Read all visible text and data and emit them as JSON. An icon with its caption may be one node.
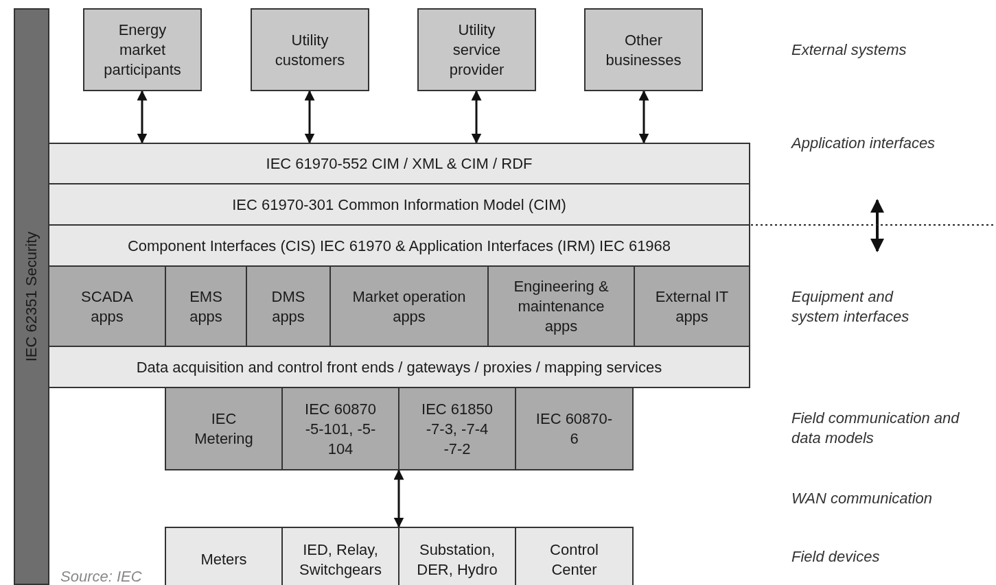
{
  "diagram": {
    "nodes": [
      {
        "text": [
          "IEC 62351 Security"
        ]
      },
      {
        "text": [
          "Energy market participants"
        ]
      },
      {
        "text": [
          "Utility customers"
        ]
      },
      {
        "text": [
          "Utility service provider"
        ]
      },
      {
        "text": [
          "Other businesses"
        ]
      },
      {
        "text": [
          "IEC 61970-552 CIM / XML & CIM / RDF"
        ]
      },
      {
        "text": [
          "IEC 61970-301 Common Information Model (CIM)"
        ]
      },
      {
        "text": [
          "Component Interfaces (CIS) IEC 61970 & Application Interfaces (IRM) IEC 61968"
        ]
      },
      {
        "text": [
          "SCADA apps"
        ]
      },
      {
        "text": [
          "EMS apps"
        ]
      },
      {
        "text": [
          "DMS apps"
        ]
      },
      {
        "text": [
          "Market operation apps"
        ]
      },
      {
        "text": [
          "Engineering & maintenance apps"
        ]
      },
      {
        "text": [
          "External IT apps"
        ]
      },
      {
        "text": [
          "Data acquisition and control front ends / gateways / proxies / mapping services"
        ]
      },
      {
        "text": [
          "IEC Metering"
        ]
      },
      {
        "text": [
          "IEC 60870 -5-101, -5-104"
        ]
      },
      {
        "text": [
          "IEC 61850 -7-3, -7-4 -7-2"
        ]
      },
      {
        "text": [
          "IEC 60870-6"
        ]
      },
      {
        "text": [
          "Meters"
        ]
      },
      {
        "text": [
          "IED, Relay, Switchgears"
        ]
      },
      {
        "text": [
          "Substation, DER, Hydro"
        ]
      },
      {
        "text": [
          "Control Center"
        ]
      }
    ],
    "edges": [
      {
        "from": 1,
        "to": 5,
        "arrow": "both"
      },
      {
        "from": 2,
        "to": 5,
        "arrow": "both"
      },
      {
        "from": 3,
        "to": 5,
        "arrow": "both"
      },
      {
        "from": 4,
        "to": 5,
        "arrow": "both"
      },
      {
        "from": 17,
        "to": 21,
        "arrow": "both"
      }
    ],
    "labels": [
      "External systems",
      "Application interfaces",
      "Equipment and system interfaces",
      "Field communication and data models",
      "WAN communication",
      "Field devices",
      "Source: IEC"
    ]
  }
}
